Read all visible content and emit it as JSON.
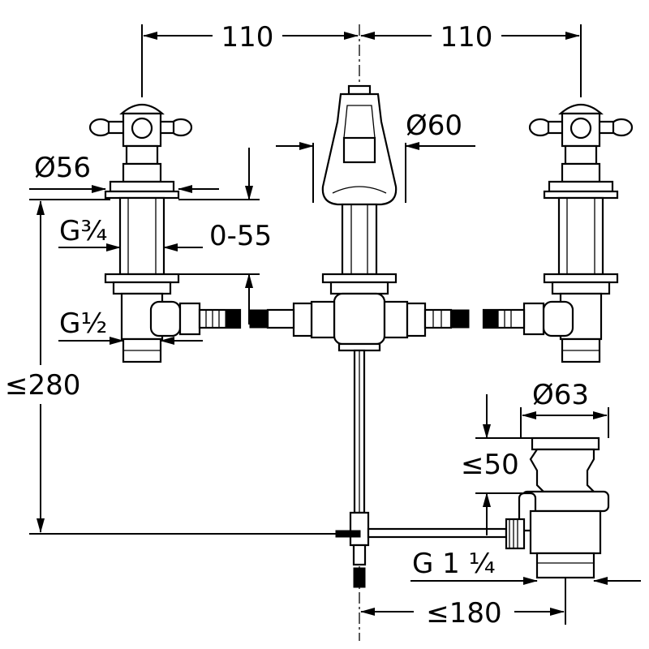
{
  "dimensions": {
    "spacing_left": "110",
    "spacing_right": "110",
    "spout_diameter": "Ø60",
    "handle_diameter": "Ø56",
    "thread_upper": "G¾",
    "adjust_range": "0-55",
    "thread_lower": "G½",
    "max_height": "≤280",
    "waste_diameter": "Ø63",
    "waste_height": "≤50",
    "waste_thread": "G 1 ¼",
    "waste_distance": "≤180"
  }
}
